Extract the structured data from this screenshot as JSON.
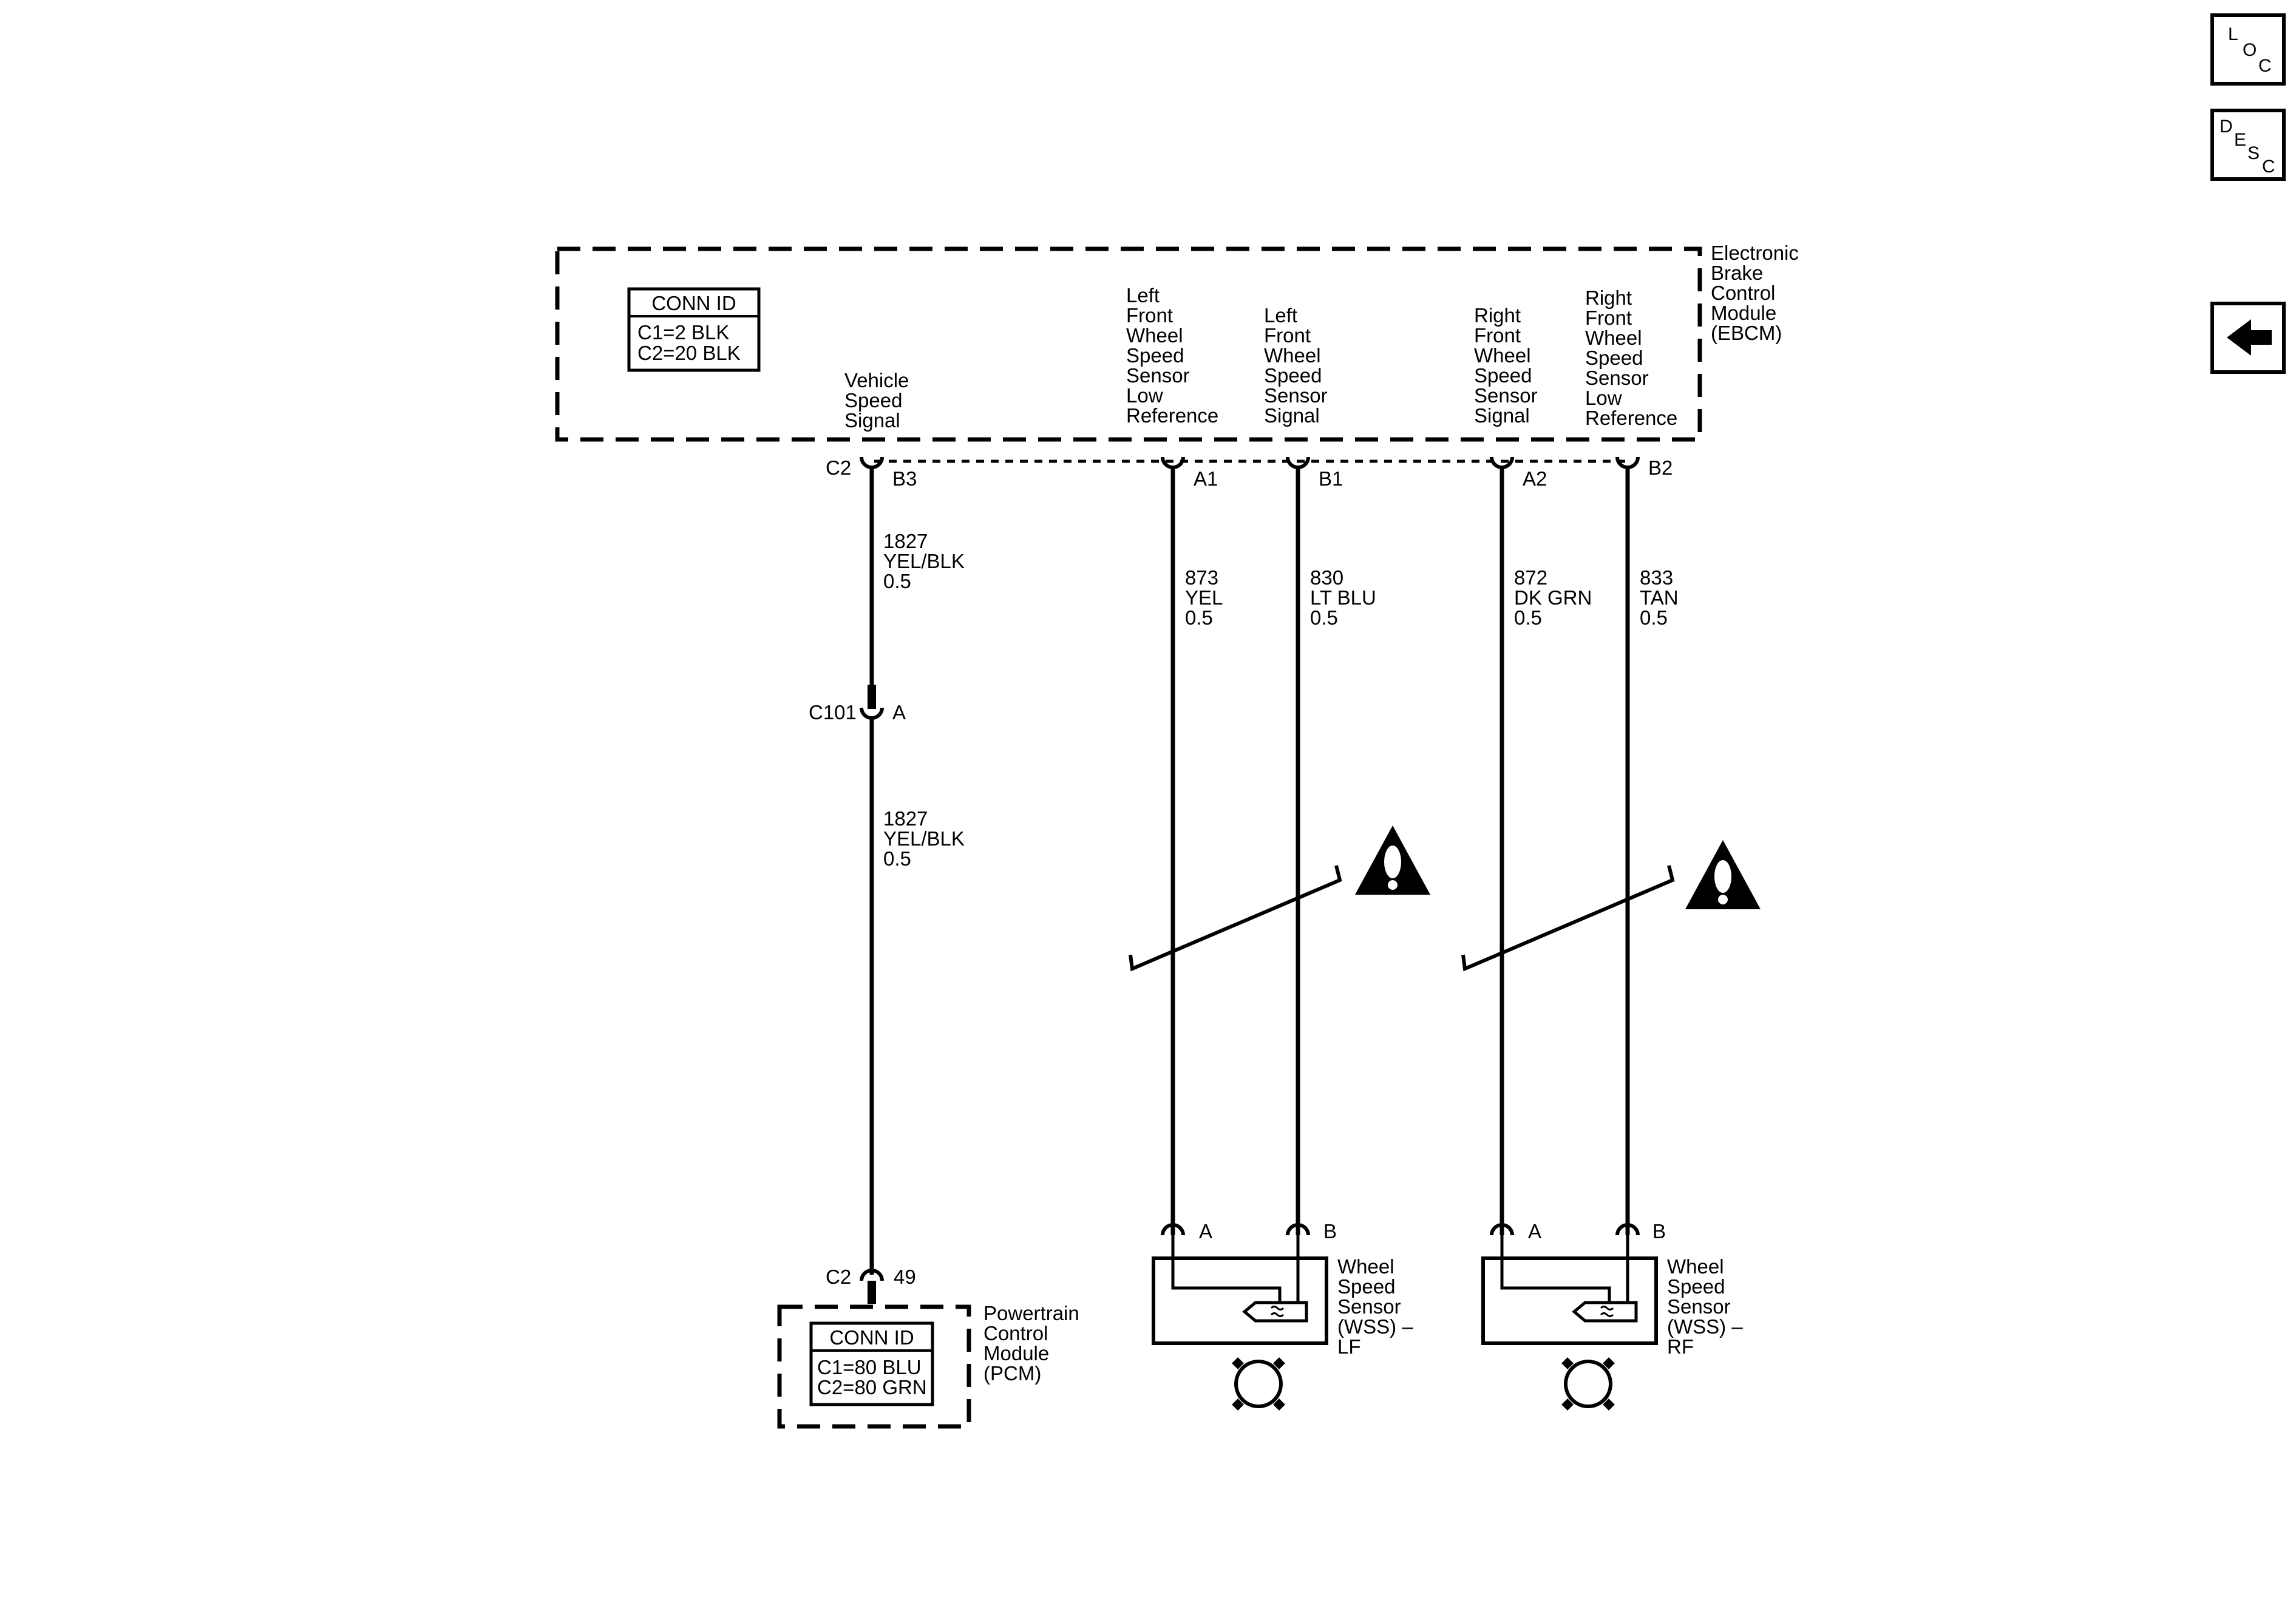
{
  "nav": {
    "loc": {
      "l1": "L",
      "l2": "O",
      "l3": "C"
    },
    "desc": {
      "l1": "D",
      "l2": "E",
      "l3": "S",
      "l4": "C"
    },
    "back_icon": "left-arrow-icon"
  },
  "ebcm": {
    "name": [
      "Electronic",
      "Brake",
      "Control",
      "Module",
      "(EBCM)"
    ],
    "conn_id": {
      "title": "CONN ID",
      "c1": "C1=2 BLK",
      "c2": "C2=20 BLK"
    },
    "circuits": {
      "vss": [
        "Vehicle",
        "Speed",
        "Signal"
      ],
      "lf_low": [
        "Left",
        "Front",
        "Wheel",
        "Speed",
        "Sensor",
        "Low",
        "Reference"
      ],
      "lf_sig": [
        "Left",
        "Front",
        "Wheel",
        "Speed",
        "Sensor",
        "Signal"
      ],
      "rf_sig": [
        "Right",
        "Front",
        "Wheel",
        "Speed",
        "Sensor",
        "Signal"
      ],
      "rf_low": [
        "Right",
        "Front",
        "Wheel",
        "Speed",
        "Sensor",
        "Low",
        "Reference"
      ]
    },
    "pins": {
      "connector": "C2",
      "vss": "B3",
      "lf_low": "A1",
      "lf_sig": "B1",
      "rf_sig": "A2",
      "rf_low": "B2"
    }
  },
  "wires": {
    "vss_upper": [
      "1827",
      "YEL/BLK",
      "0.5"
    ],
    "vss_lower": [
      "1827",
      "YEL/BLK",
      "0.5"
    ],
    "lf_low": [
      "873",
      "YEL",
      "0.5"
    ],
    "lf_sig": [
      "830",
      "LT BLU",
      "0.5"
    ],
    "rf_sig": [
      "872",
      "DK GRN",
      "0.5"
    ],
    "rf_low": [
      "833",
      "TAN",
      "0.5"
    ]
  },
  "inline_connector": {
    "name": "C101",
    "pin": "A"
  },
  "pcm": {
    "name": [
      "Powertrain",
      "Control",
      "Module",
      "(PCM)"
    ],
    "connector": "C2",
    "pin": "49",
    "conn_id": {
      "title": "CONN ID",
      "c1": "C1=80 BLU",
      "c2": "C2=80 GRN"
    }
  },
  "wss_lf": {
    "name": [
      "Wheel",
      "Speed",
      "Sensor",
      "(WSS) –",
      "LF"
    ],
    "pin_a": "A",
    "pin_b": "B"
  },
  "wss_rf": {
    "name": [
      "Wheel",
      "Speed",
      "Sensor",
      "(WSS) –",
      "RF"
    ],
    "pin_a": "A",
    "pin_b": "B"
  }
}
